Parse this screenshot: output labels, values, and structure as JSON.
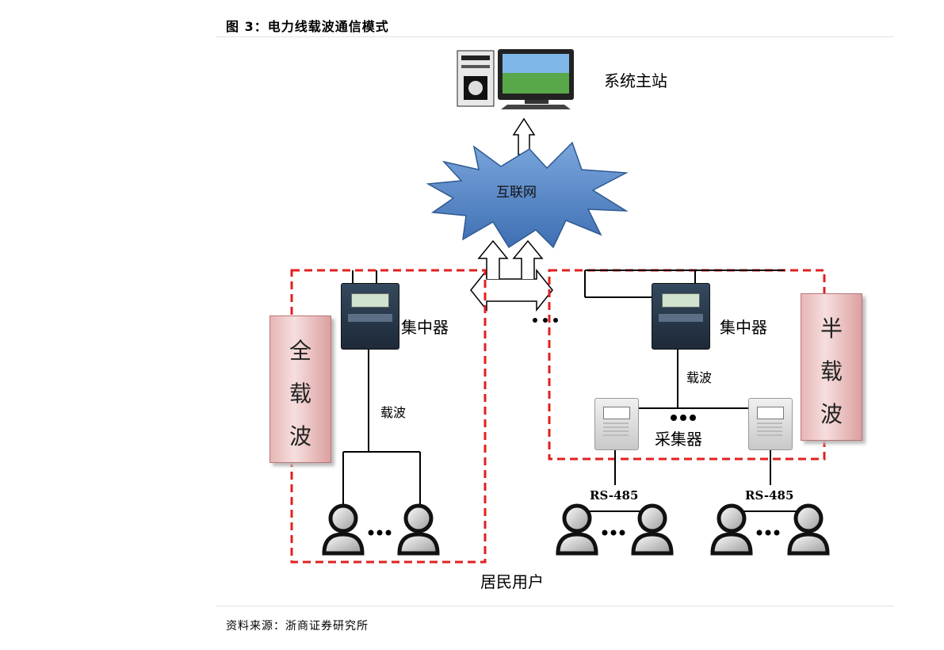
{
  "figure_title": "图 3：电力线载波通信模式",
  "source_note": "资料来源：浙商证券研究所",
  "diagram": {
    "master_station": "系统主站",
    "internet": "互联网",
    "full_carrier": {
      "chars": [
        "全",
        "载",
        "波"
      ],
      "concentrator": "集中器",
      "link": "载波"
    },
    "half_carrier": {
      "chars": [
        "半",
        "载",
        "波"
      ],
      "concentrator": "集中器",
      "link": "载波",
      "collector": "采集器",
      "rs485_left": "RS-485",
      "rs485_right": "RS-485"
    },
    "residents": "居民用户"
  },
  "colors": {
    "dashed_box": "#e02020",
    "cloud_fill": "#5b8ccc",
    "side_box": "#e8b5b5"
  }
}
